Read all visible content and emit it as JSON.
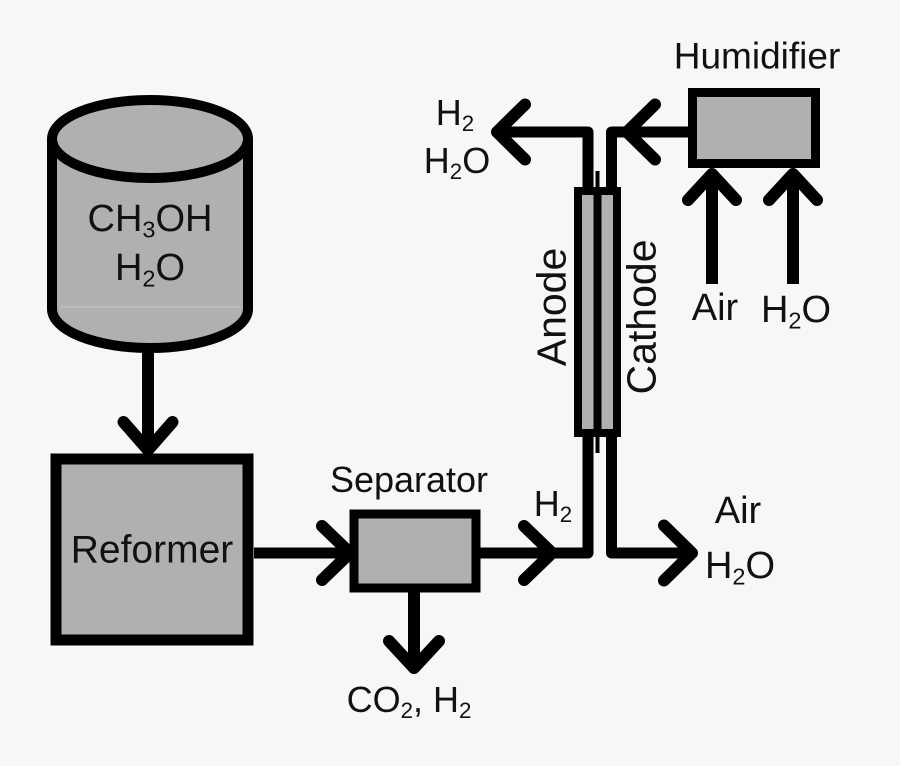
{
  "colors": {
    "background": "#f7f7f7",
    "shape_fill": "#b0b0b0",
    "line": "#000000",
    "text": "#111111"
  },
  "diagram": {
    "tank": {
      "line1": [
        {
          "t": "CH"
        },
        {
          "t": "3",
          "sub": true
        },
        {
          "t": "OH"
        }
      ],
      "line2": [
        {
          "t": "H"
        },
        {
          "t": "2",
          "sub": true
        },
        {
          "t": "O"
        }
      ]
    },
    "reformer": {
      "label": "Reformer"
    },
    "separator": {
      "label": "Separator",
      "waste_label": [
        {
          "t": "CO"
        },
        {
          "t": "2",
          "sub": true
        },
        {
          "t": ", H"
        },
        {
          "t": "2",
          "sub": true
        }
      ],
      "h2_feed_label": [
        {
          "t": "H"
        },
        {
          "t": "2",
          "sub": true
        }
      ]
    },
    "fuel_cell": {
      "anode_label": "Anode",
      "cathode_label": "Cathode",
      "anode_exhaust_line1": [
        {
          "t": "H"
        },
        {
          "t": "2",
          "sub": true
        }
      ],
      "anode_exhaust_line2": [
        {
          "t": "H"
        },
        {
          "t": "2",
          "sub": true
        },
        {
          "t": "O"
        }
      ],
      "cathode_exhaust_line1": "Air",
      "cathode_exhaust_line2": [
        {
          "t": "H"
        },
        {
          "t": "2",
          "sub": true
        },
        {
          "t": "O"
        }
      ]
    },
    "humidifier": {
      "label": "Humidifier",
      "air_inlet_label": "Air",
      "water_inlet_label": [
        {
          "t": "H"
        },
        {
          "t": "2",
          "sub": true
        },
        {
          "t": "O"
        }
      ]
    }
  }
}
